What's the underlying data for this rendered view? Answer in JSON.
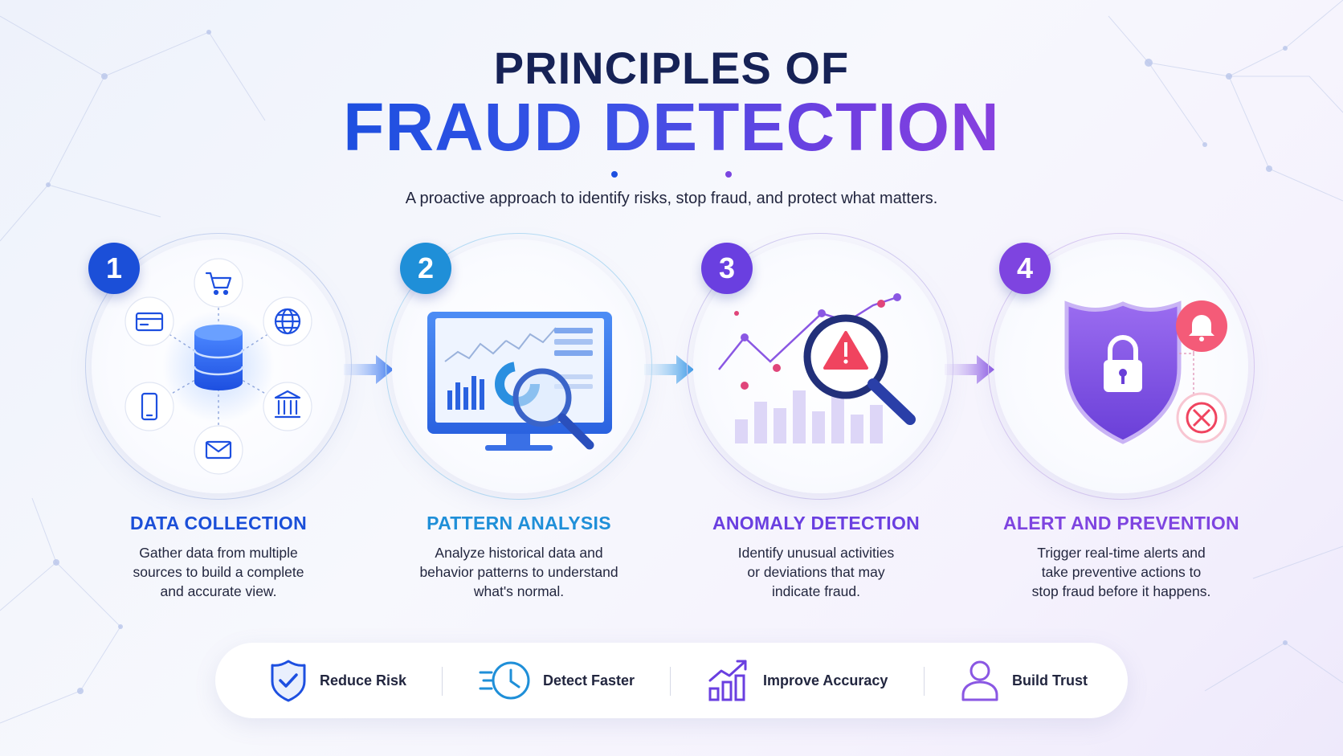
{
  "header": {
    "title_line1": "PRINCIPLES OF",
    "title_line2": "FRAUD DETECTION",
    "subtitle": "A proactive approach to identify risks, stop fraud, and protect what matters."
  },
  "steps": [
    {
      "number": "1",
      "title": "DATA COLLECTION",
      "description_lines": [
        "Gather data from multiple",
        "sources to build a complete",
        "and accurate view."
      ],
      "color": "#1b4fd8"
    },
    {
      "number": "2",
      "title": "PATTERN ANALYSIS",
      "description_lines": [
        "Analyze historical data and",
        "behavior patterns to understand",
        "what's normal."
      ],
      "color": "#1f8fd8"
    },
    {
      "number": "3",
      "title": "ANOMALY DETECTION",
      "description_lines": [
        "Identify unusual activities",
        "or deviations that may",
        "indicate fraud."
      ],
      "color": "#6a3fe0"
    },
    {
      "number": "4",
      "title": "ALERT AND PREVENTION",
      "description_lines": [
        "Trigger real-time alerts and",
        "take preventive actions to",
        "stop fraud before it happens."
      ],
      "color": "#7e44e0"
    }
  ],
  "benefits": [
    {
      "label": "Reduce Risk",
      "icon": "shield-check-icon"
    },
    {
      "label": "Detect Faster",
      "icon": "fast-clock-icon"
    },
    {
      "label": "Improve Accuracy",
      "icon": "growth-chart-icon"
    },
    {
      "label": "Build Trust",
      "icon": "user-icon"
    }
  ],
  "colors": {
    "navy": "#162256",
    "blue": "#1d4fe0",
    "cyan": "#1f8fd8",
    "purple": "#6f3fe0",
    "alert_red": "#f0445f"
  }
}
